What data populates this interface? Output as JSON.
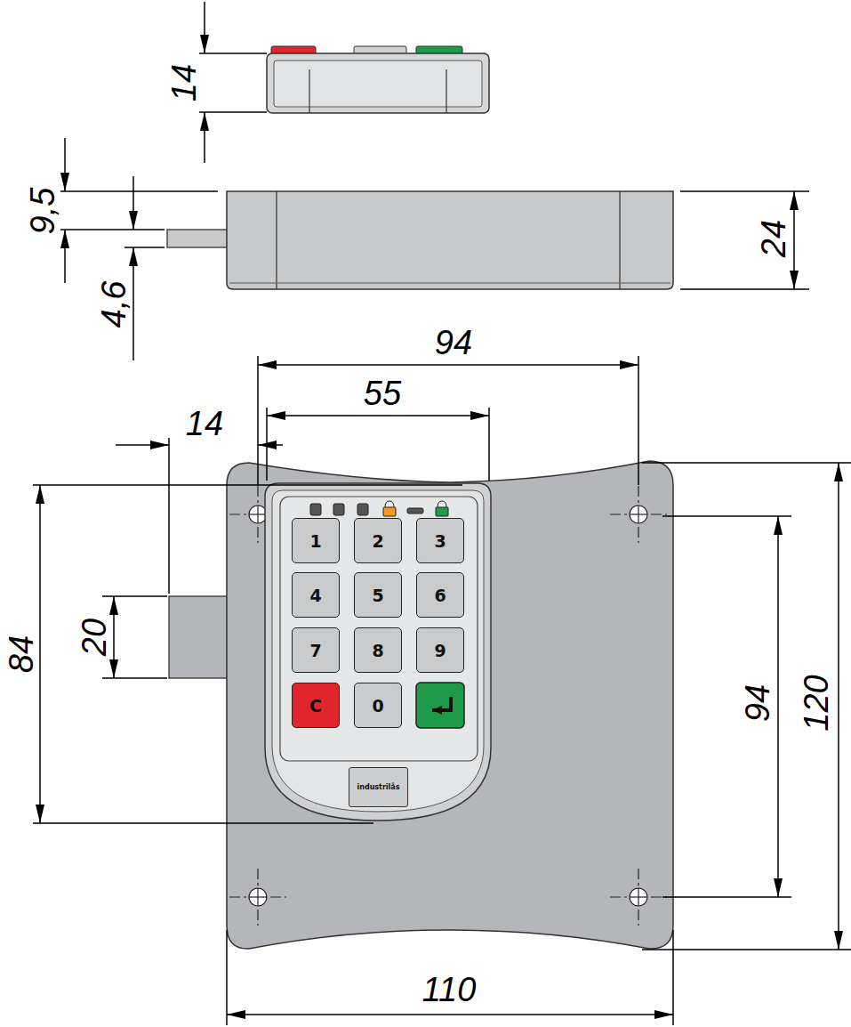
{
  "diagram": {
    "nodes": [
      {
        "text": [
          "1"
        ]
      },
      {
        "text": [
          "2"
        ]
      },
      {
        "text": [
          "3"
        ]
      },
      {
        "text": [
          "4"
        ]
      },
      {
        "text": [
          "5"
        ]
      },
      {
        "text": [
          "6"
        ]
      },
      {
        "text": [
          "7"
        ]
      },
      {
        "text": [
          "8"
        ]
      },
      {
        "text": [
          "9"
        ]
      },
      {
        "text": [
          "C"
        ]
      },
      {
        "text": [
          "0"
        ]
      },
      {
        "text": [
          "industrilås"
        ]
      }
    ],
    "labels": [
      "14",
      "9,5",
      "4,6",
      "24",
      "94",
      "55",
      "14",
      "84",
      "20",
      "94",
      "120",
      "110"
    ]
  }
}
